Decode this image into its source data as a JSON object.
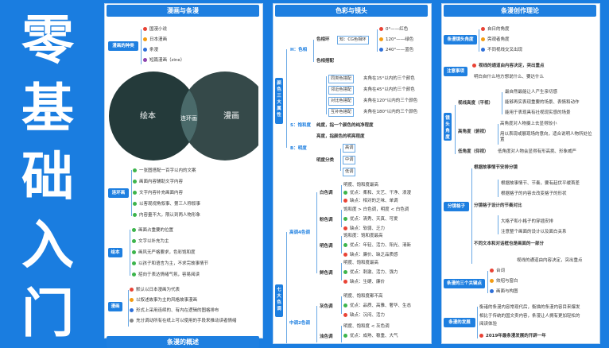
{
  "title_chars": [
    "零",
    "基",
    "础",
    "入",
    "门"
  ],
  "col1": {
    "header": "漫画与条漫",
    "manhua": {
      "tag": "漫画的种类",
      "items": [
        {
          "n": "1",
          "t": "国漫小说"
        },
        {
          "n": "2",
          "t": "日本漫画"
        },
        {
          "n": "3",
          "t": "条漫"
        },
        {
          "n": "4",
          "t": "短篇漫画（zine）"
        }
      ]
    },
    "venn": {
      "left": "绘本",
      "overlap": "连环画",
      "right": "漫画"
    },
    "lianhuan": {
      "tag": "连环画",
      "items": [
        "一张图搭配一百字以内的文案",
        "画面内容辅助文字内容",
        "文字内容补充画面内容",
        "以客观视角叙事、第三人称叙事",
        "内容量不大，限认到两人物形象"
      ]
    },
    "huiben": {
      "tag": "绘本",
      "items": [
        "画面占重要的位置",
        "文字以补充为主",
        "画风无严格要求，色彩饱和度",
        "以孩子和语言为主，不求完故事情节",
        "招向于表达情绪气氛，容易阅读"
      ]
    },
    "manhua2": {
      "tag": "漫画",
      "items": [
        "默认以日本漫画为代表",
        "以叙述故事为主的风格故事漫画",
        "形式上采用连续的、有内在逻辑的图格排布",
        "充分调动所有在纸上可以使用的手段来推动读者情绪"
      ]
    },
    "footer": "条漫的概述"
  },
  "col2": {
    "header": "色彩与镜头",
    "group_tag": "颜色三大属性",
    "h_label": "H：色相",
    "h_wheel": "色相环",
    "h_know": "知：CG色相环",
    "h_wheel_vals": [
      "0°——红色",
      "120°——绿色",
      "240°——蓝色"
    ],
    "h_match": "色相搭配",
    "h_boxes": [
      {
        "k": "同类色搭配",
        "v": "夹角在15°以内的三个颜色"
      },
      {
        "k": "邻近色搭配",
        "v": "夹角在45°以内的三个颜色"
      },
      {
        "k": "对比色搭配",
        "v": "夹角在120°以内的三个颜色"
      },
      {
        "k": "互补色搭配",
        "v": "夹角在180°以内的三个颜色"
      }
    ],
    "s_label": "S：饱和度",
    "s_desc": "纯度，指一个颜色的纯净程度",
    "b_label": "B：明度",
    "b_desc": "亮度，指颜色的明亮程度",
    "b_level": "明度分类",
    "b_levels": [
      "高调",
      "中调",
      "低调"
    ],
    "six_tag": "七大色调",
    "high_label": "高调4色调",
    "mid_label": "中调2色调",
    "tones": [
      {
        "name": "白色调",
        "lines": [
          "明度、饱和度最高",
          "优点：柔和、文艺、干净、浪漫",
          "缺点：相对的乏味、单调"
        ]
      },
      {
        "name": "粉色调",
        "lines": [
          "饱和度 > 白色调，明度 < 白色调",
          "优点：清秀、天真、可爱",
          "缺点：软弱、乏力"
        ]
      },
      {
        "name": "明色调",
        "lines": [
          "饱和度：饱和度最高",
          "优点：年轻、活力、阳光、清新",
          "缺点：廉价、缺乏品质感"
        ]
      },
      {
        "name": "鲜色调",
        "lines": [
          "明度、饱和度最高",
          "优点：刺激、活力、强力",
          "缺点：生硬、廉价"
        ]
      },
      {
        "name": "灰色调",
        "lines": [
          "明度、饱和度都不高",
          "优点：品质、高雅、奢华、生态",
          "缺点：沉闷、活力"
        ]
      },
      {
        "name": "浊色调",
        "lines": [
          "明度、饱和度 < 灰色调",
          "优点：成熟、稳重、大气"
        ]
      }
    ]
  },
  "col3": {
    "header": "条漫创作理论",
    "shot": {
      "tag": "条漫镜头角度",
      "items": [
        {
          "n": "1",
          "t": "自日的角度"
        },
        {
          "n": "2",
          "t": "旁观者角度"
        },
        {
          "n": "3",
          "t": "不同视线交叉出现"
        }
      ]
    },
    "note": {
      "tag": "注意事项",
      "lines": [
        "视线的通道由内容决定，突出重点",
        "明白自什么地方想说什么、要达什么"
      ]
    },
    "lens_tag": "镜头角度",
    "lens": [
      {
        "k": "视线高度（平视）",
        "v": [
          "最自然最能让人产生亲切感",
          "能够再实表现重要的场景、表情和动作",
          "能用于表现具有社视现实感的场景"
        ]
      },
      {
        "k": "高角度（俯视）",
        "v": [
          "高角度对人物摄上去显得较小",
          "用以表现或展现场的意向，适合说明人物所处位置"
        ]
      },
      {
        "k": "低角度（仰视）",
        "v": [
          "低角度对人物会显得有形高挑、形象威严"
        ]
      }
    ],
    "split": {
      "tag": "分镜格子",
      "intro": "根据故事情节安排分镜",
      "a": [
        "根据故事情节、节奏，要有起伏平缓首差",
        "根据格子的内容去改变格子的形状"
      ],
      "b_title": "分镜格子设计的节奏对比",
      "b": [
        "大格子和小格子的穿插安排",
        "注意整个画面的设计以及面白关系"
      ],
      "c_title": "不同文本和对话框也是画面的一部分",
      "c": [
        "视线的通道由内容决定，突出重点"
      ]
    },
    "three": {
      "tag": "条漫的三个关键点",
      "items": [
        {
          "n": "1",
          "t": "台词"
        },
        {
          "n": "2",
          "t": "效绍与窗白"
        },
        {
          "n": "3",
          "t": "画面与构图"
        }
      ]
    },
    "dev": {
      "tag": "条漫的发展",
      "text": [
        "衡诸的条漫内容常现代后，衡描的条漫内容目来爆发",
        "相比于传统的国文卖内容，条漫让人拥有更加轻松的",
        "阅读体验"
      ],
      "year": "2019年最条漫发展的开辟一年"
    }
  }
}
